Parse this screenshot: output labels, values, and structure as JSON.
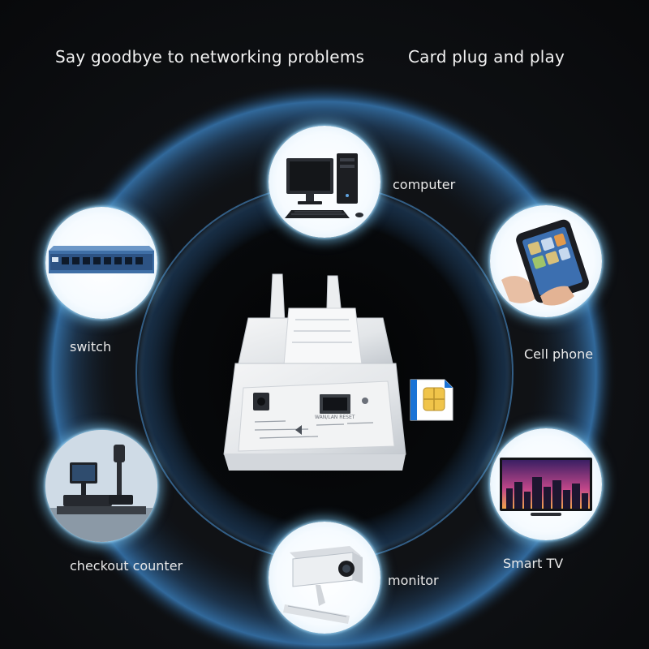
{
  "headline": {
    "left": "Say goodbye to networking problems",
    "right": "Card plug and play"
  },
  "devices": {
    "computer": "computer",
    "switch": "switch",
    "cell_phone": "Cell phone",
    "checkout_counter": "checkout counter",
    "smart_tv": "Smart TV",
    "monitor": "monitor"
  },
  "router": {
    "label_line_1": "WAN/LAN  RESET"
  },
  "colors": {
    "background": "#0b0c0f",
    "glow_ring": "#3d86c8",
    "node_glow": "#78c3f0",
    "sim_accent": "#1a73d6",
    "sim_chip": "#f0c44a"
  }
}
